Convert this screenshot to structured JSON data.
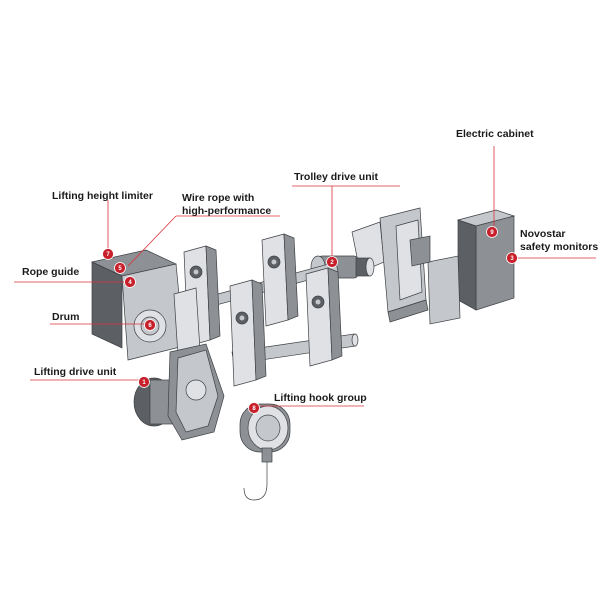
{
  "labels": {
    "electric_cabinet": "Electric cabinet",
    "trolley_drive_unit": "Trolley drive unit",
    "lifting_height_limiter": "Lifting height limiter",
    "wire_rope_line1": "Wire rope with",
    "wire_rope_line2": "high-performance",
    "rope_guide": "Rope guide",
    "novostar_line1": "Novostar",
    "novostar_line2": "safety monitors",
    "drum": "Drum",
    "lifting_drive_unit": "Lifting drive unit",
    "lifting_hook_group": "Lifting hook group"
  },
  "markers": {
    "m1": "1",
    "m2": "2",
    "m3": "3",
    "m4": "4",
    "m5": "5",
    "m6": "6",
    "m7": "7",
    "m8": "8",
    "m9": "9"
  },
  "colors": {
    "marker": "#c8202a",
    "leader_line": "#d8333a",
    "text": "#1a1a1a",
    "metal_dark": "#5c5f63",
    "metal_light": "#c4c7cb"
  }
}
